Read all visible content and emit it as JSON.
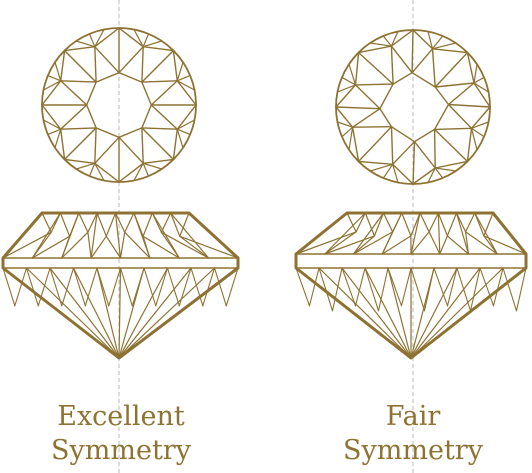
{
  "colors": {
    "gold": "#8d7232",
    "axis": "#b9b9b9",
    "background": "#ffffff"
  },
  "panels": [
    {
      "caption_line1": "Excellent",
      "caption_line2": "Symmetry",
      "symmetry": "excellent"
    },
    {
      "caption_line1": "Fair",
      "caption_line2": "Symmetry",
      "symmetry": "fair"
    }
  ]
}
